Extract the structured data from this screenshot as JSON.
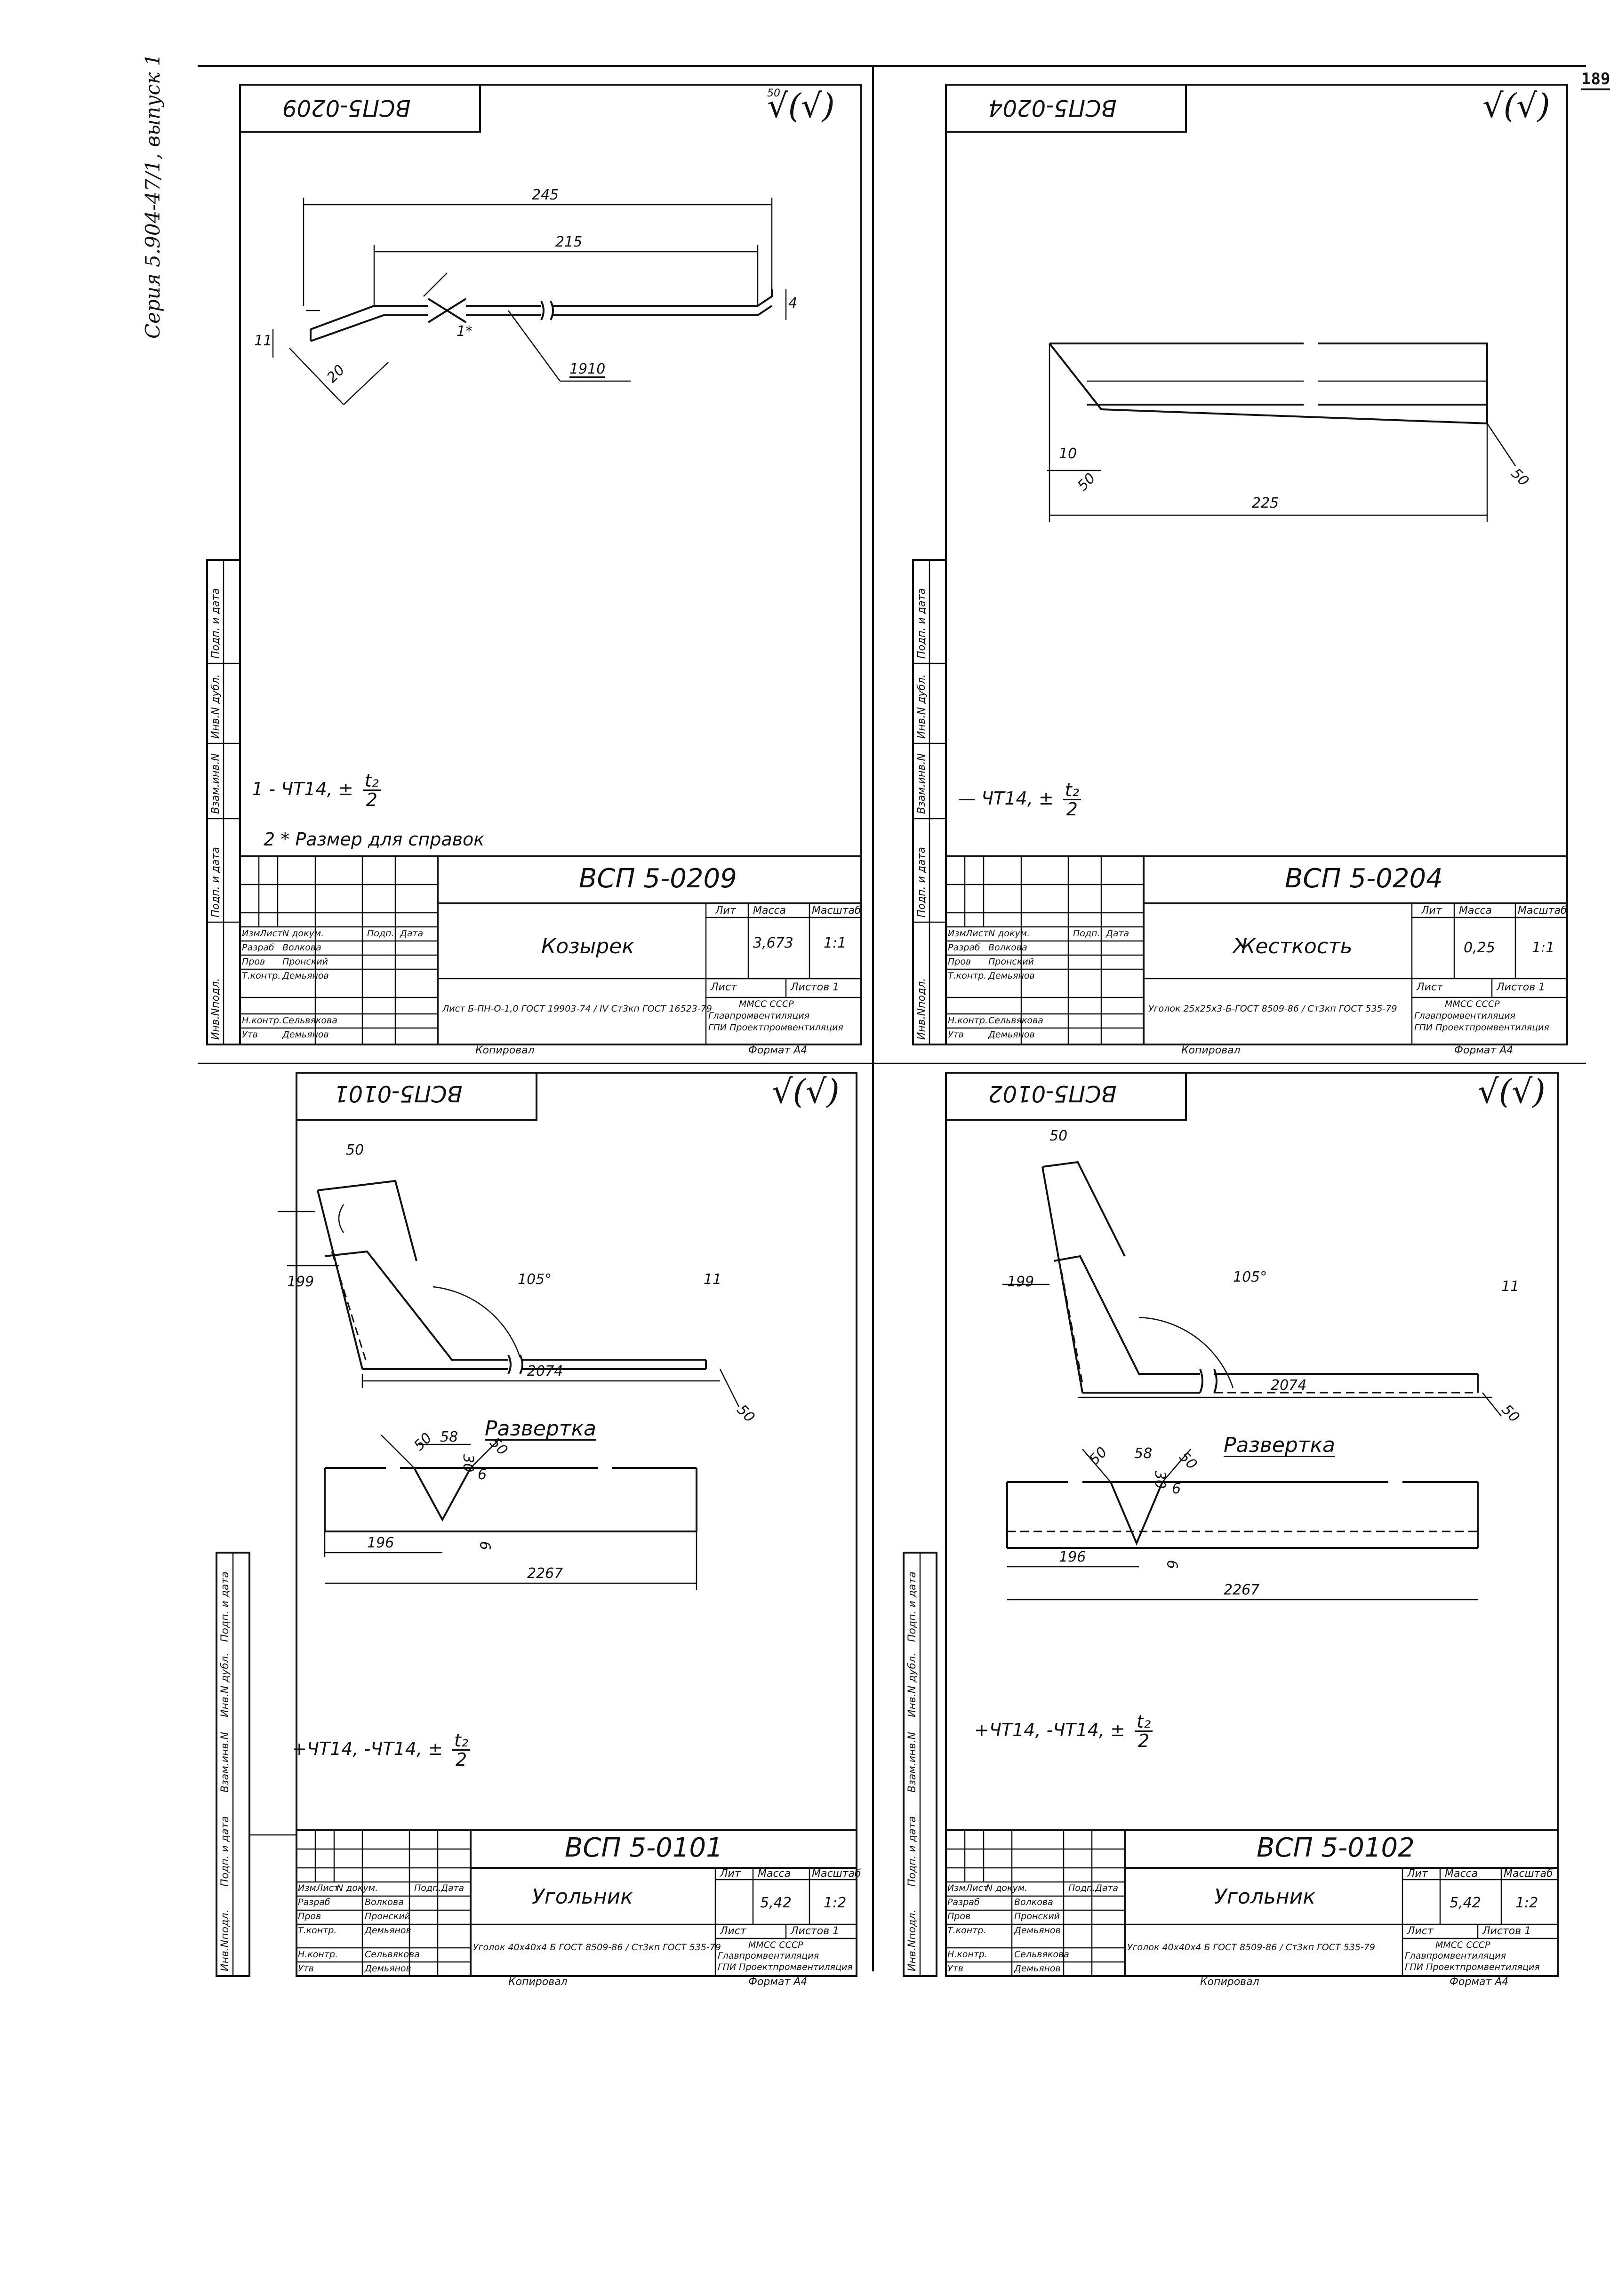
{
  "page_number": "189",
  "series_label": "Серия 5.904-47/1, выпуск 1",
  "side_labels": [
    "Инв.Nподл.",
    "Подп. и дата",
    "Взам.инв.N",
    "Инв.N дубл.",
    "Подп. и дата"
  ],
  "footer": {
    "copied": "Копировал",
    "format": "Формат А4"
  },
  "common_headers": {
    "izm": "Изм",
    "list": "Лист",
    "doc": "N докум.",
    "sign": "Подп.",
    "date": "Дата",
    "razrab": "Разраб",
    "prov": "Пров",
    "tkontr": "Т.контр.",
    "nkontr": "Н.контр.",
    "utv": "Утв",
    "lit": "Лит",
    "mass": "Масса",
    "scale": "Масштаб",
    "list2": "Лист",
    "lists": "Листов 1",
    "org1": "ММСС СССР",
    "org2": "Главпромвентиляция",
    "org3": "ГПИ Проектпромвентиляция"
  },
  "people": {
    "razrab": "Волкова",
    "prov": "Пронский",
    "tkontr": "Демьянов",
    "nkontr": "Сельвякова",
    "utv": "Демьянов"
  },
  "sheets": [
    {
      "stamp_code": "ВСП5-0209",
      "code": "ВСП 5-0209",
      "name": "Козырек",
      "mass": "3,673",
      "scale": "1:1",
      "roughness": "50",
      "material": "Лист Б-ПН-О-1,0 ГОСТ 19903-74 / IV Ст3кп ГОСТ 16523-79",
      "note1": "1 - ЧТ14,  ±",
      "note1_frac_num": "t₂",
      "note1_frac_den": "2",
      "note2": "2 * Размер для справок",
      "dims": {
        "d245": "245",
        "d215": "215",
        "d20": "20",
        "d11": "11",
        "d4": "4",
        "d1910": "1910",
        "d1": "1*"
      }
    },
    {
      "stamp_code": "ВСП5-0204",
      "code": "ВСП 5-0204",
      "name": "Жесткость",
      "mass": "0,25",
      "scale": "1:1",
      "material": "Уголок 25х25х3-Б-ГОСТ 8509-86 / Ст3кп ГОСТ 535-79",
      "note1": "— ЧТ14,  ±",
      "note1_frac_num": "t₂",
      "note1_frac_den": "2",
      "dims": {
        "d10": "10",
        "d225": "225",
        "d50a": "50",
        "d50b": "50"
      }
    },
    {
      "stamp_code": "ВСП5-0101",
      "code": "ВСП 5-0101",
      "name": "Угольник",
      "mass": "5,42",
      "scale": "1:2",
      "material": "Уголок 40х40х4 Б ГОСТ 8509-86 / Ст3кп ГОСТ 535-79",
      "note1": "+ЧТ14,  -ЧТ14,  ±",
      "note1_frac_num": "t₂",
      "note1_frac_den": "2",
      "razvertka": "Развертка",
      "dims": {
        "d50": "50",
        "d199": "199",
        "d105": "105°",
        "d11": "11",
        "d2074": "2074",
        "d50r": "50",
        "d50a": "50",
        "d58": "58",
        "d30": "30",
        "d50b": "50",
        "d6": "6",
        "d196": "196",
        "d2267": "2267",
        "d6b": "6"
      }
    },
    {
      "stamp_code": "ВСП5-0102",
      "code": "ВСП 5-0102",
      "name": "Угольник",
      "mass": "5,42",
      "scale": "1:2",
      "material": "Уголок 40х40х4 Б ГОСТ 8509-86 / Ст3кп ГОСТ 535-79",
      "note1": "+ЧТ14,  -ЧТ14,  ±",
      "note1_frac_num": "t₂",
      "note1_frac_den": "2",
      "razvertka": "Развертка",
      "dims": {
        "d50": "50",
        "d199": "199",
        "d105": "105°",
        "d11": "11",
        "d2074": "2074",
        "d50r": "50",
        "d50a": "50",
        "d58": "58",
        "d30": "30",
        "d50b": "50",
        "d6": "6",
        "d196": "196",
        "d2267": "2267",
        "d6b": "6"
      }
    }
  ]
}
